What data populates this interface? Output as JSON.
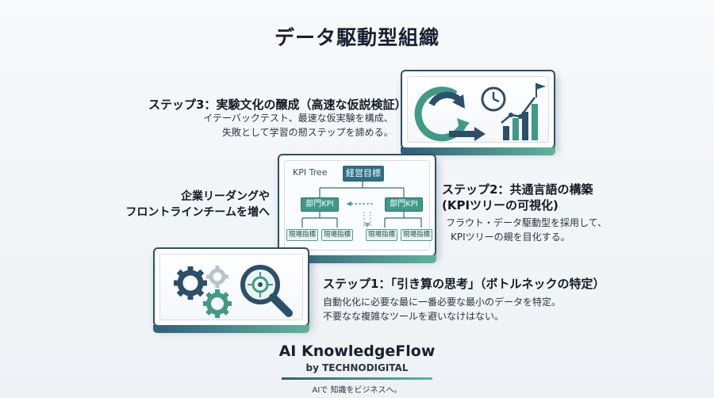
{
  "title": "データ駆動型組織",
  "step3": {
    "heading": "ステップ3：実験文化の醸成（高速な仮説検証）",
    "line1": "イテーバックテスト、最速な仮実験を構成、",
    "line2": "失敗として学習の剏ステップを諦める。"
  },
  "step2": {
    "heading1": "ステップ2：共通言語の構築",
    "heading2": "(KPIツリーの可視化)",
    "line1": "フラウト・データ駆動型を採用して、",
    "line2": "KPIツリーの覡を目化する。"
  },
  "step1": {
    "heading": "ステップ1：「引き算の思考」（ボトルネックの特定）",
    "line1": "自動化化に必要な最に一番必要な最小のデータを特定。",
    "line2": "不要なな複雑なツールを避いなけはない。"
  },
  "side_note": {
    "line1": "企業リーダングや",
    "line2": "フロントラインチームを増へ"
  },
  "kpi_tree": {
    "label": "KPI Tree",
    "root": "経営目標",
    "dept_left": "部門KPI",
    "dept_right": "部門KPI",
    "leaves": [
      "現場指標",
      "現場指標",
      "現場指標",
      "現場指標"
    ]
  },
  "brand": {
    "name": "AI KnowledgeFlow",
    "by": "by TECHNODIGITAL",
    "tagline": "AIで 知識をビジネスへ。"
  },
  "colors": {
    "navy": "#2c4f6a",
    "teal": "#3f9a86",
    "dark_teal": "#2f6e80",
    "gray_gear": "#b9c3cb"
  }
}
